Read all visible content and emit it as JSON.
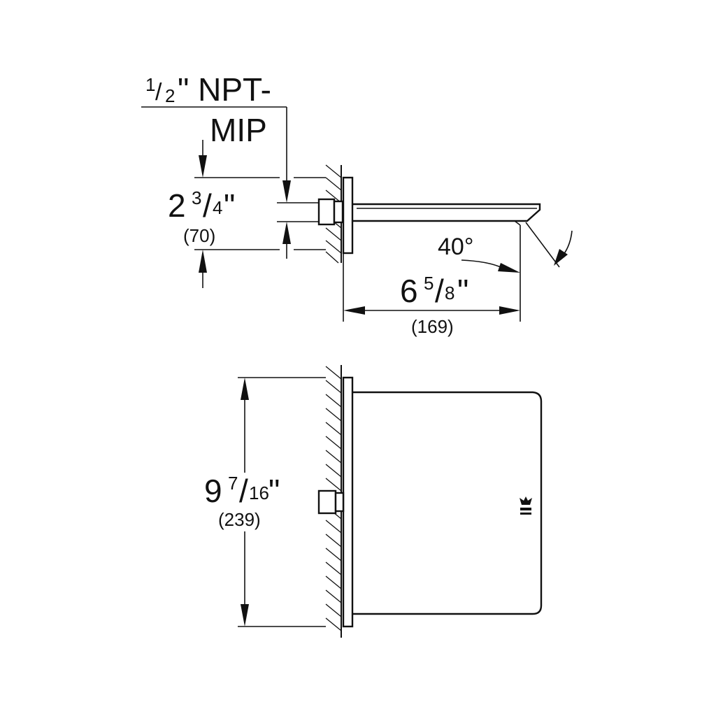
{
  "thread": {
    "numerator": "1",
    "slash": "/",
    "denominator": "2",
    "suffix": "\" NPT-",
    "line2": "MIP"
  },
  "height_dim": {
    "whole": "2",
    "numerator": "3",
    "slash": "/",
    "denominator": "4",
    "suffix": "\"",
    "metric": "(70)"
  },
  "angle": {
    "label": "40°"
  },
  "projection_dim": {
    "whole": "6",
    "numerator": "5",
    "slash": "/",
    "denominator": "8",
    "suffix": "\"",
    "metric": "(169)"
  },
  "plate_dim": {
    "whole": "9",
    "numerator": "7",
    "slash": "/",
    "denominator": "16",
    "suffix": "\"",
    "metric": "(239)"
  },
  "logo": {
    "icon": "brand-logo-icon"
  }
}
